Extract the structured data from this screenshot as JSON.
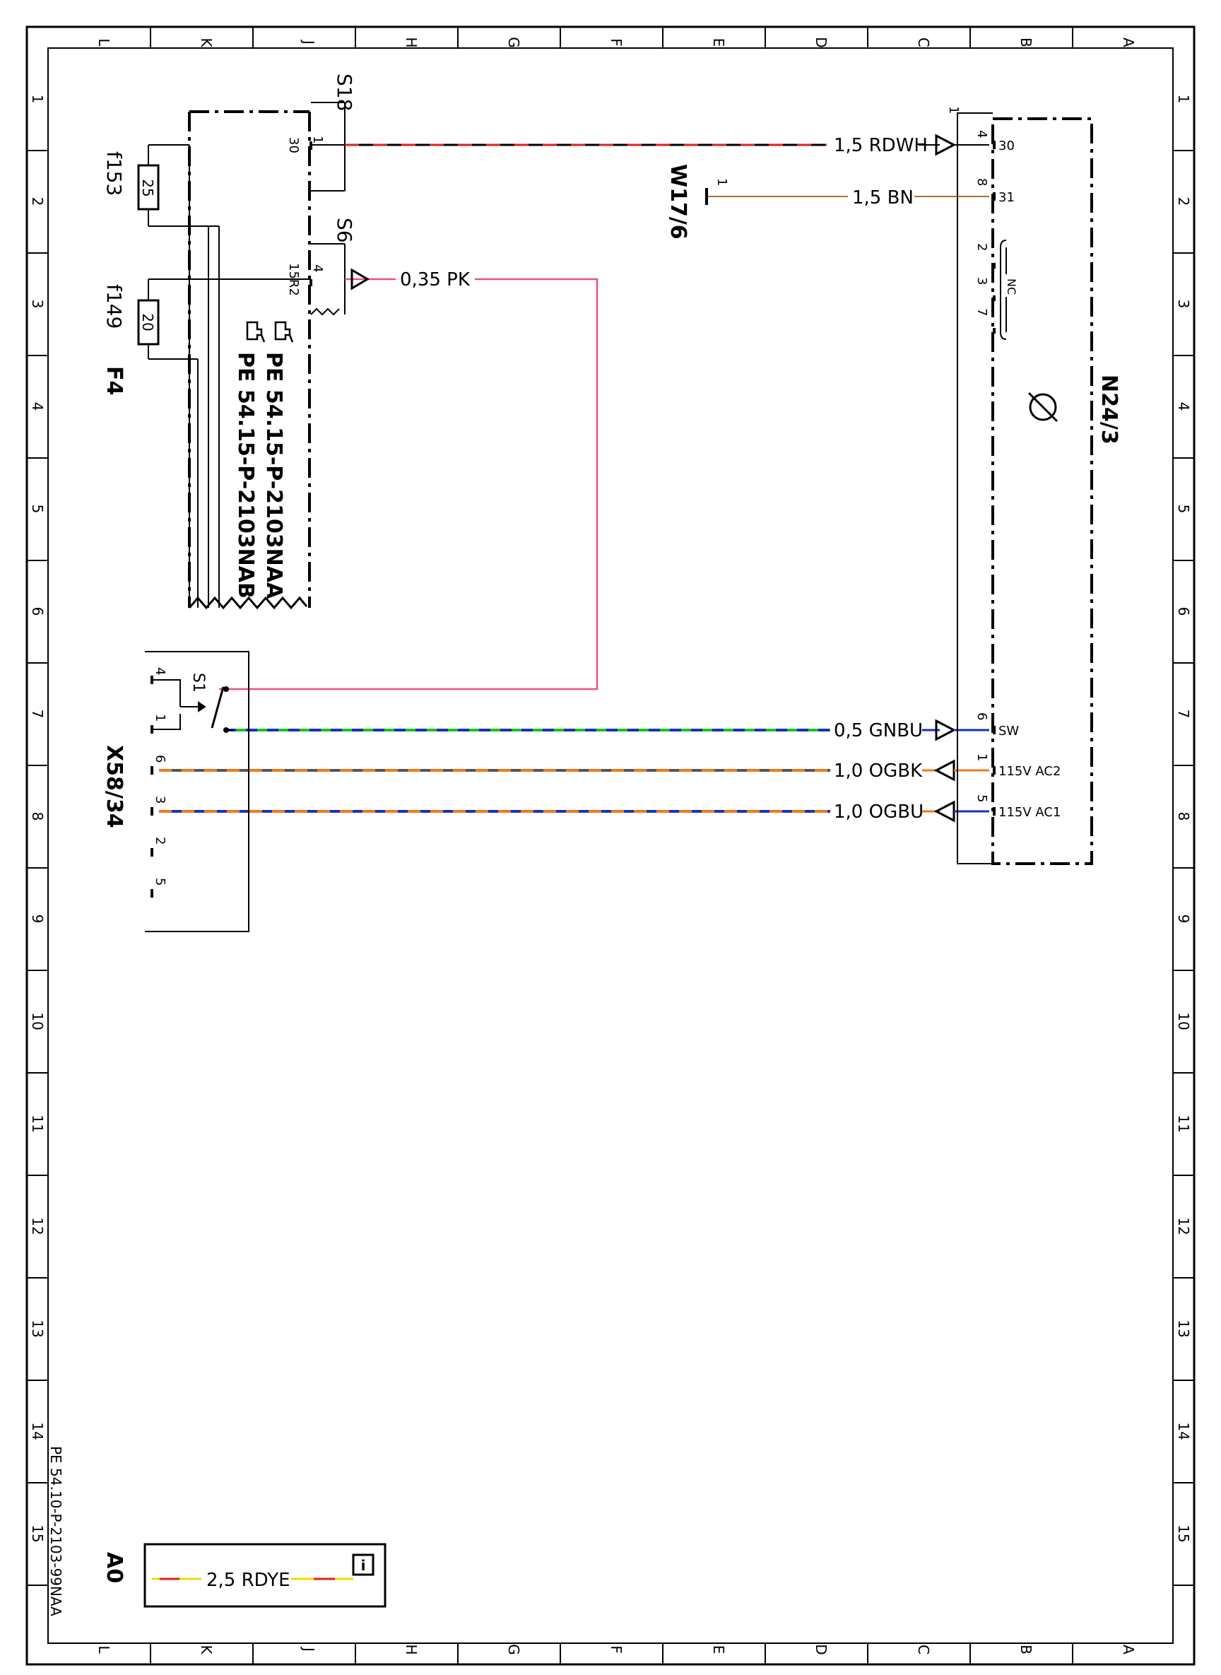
{
  "frame": {
    "columns": [
      "L",
      "K",
      "J",
      "H",
      "G",
      "F",
      "E",
      "D",
      "C",
      "B",
      "A"
    ],
    "rows": [
      "1",
      "2",
      "3",
      "4",
      "5",
      "6",
      "7",
      "8",
      "9",
      "10",
      "11",
      "12",
      "13",
      "14",
      "15"
    ],
    "doc_id": "PE 54.10-P-2103-99NAA"
  },
  "components": {
    "s18": "S18",
    "s6": "S6",
    "f153": "f153",
    "f149": "f149",
    "f4": "F4",
    "w17_6": "W17/6",
    "n24_3": "N24/3",
    "x58_34": "X58/34",
    "s1": "S1",
    "a0": "A0",
    "f153_rating": "25",
    "f149_rating": "20",
    "nc": "NC"
  },
  "references": [
    "PE 54.15-P-2103NAA",
    "PE 54.15-P-2103NAB"
  ],
  "pins": {
    "s18_a": "1",
    "s18_b": "30",
    "s6_a": "4",
    "s6_b": "15R2",
    "n24_top": "1",
    "n24_30_num": "4",
    "n24_30_name": "30",
    "n24_31_num": "8",
    "n24_31_name": "31",
    "n24_nc1": "2",
    "n24_nc2": "3",
    "n24_nc3": "7",
    "n24_sw_num": "6",
    "n24_sw_name": "SW",
    "n24_ac2_num": "1",
    "n24_ac2_name": "115V AC2",
    "n24_ac1_num": "5",
    "n24_ac1_name": "115V AC1",
    "w17_num": "1",
    "x58_4": "4",
    "x58_1": "1",
    "x58_6": "6",
    "x58_3": "3",
    "x58_2": "2",
    "x58_5": "5"
  },
  "wires": {
    "rdwh": "1,5 RDWH",
    "bn": "1,5 BN",
    "pk": "0,35 PK",
    "gnbu": "0,5 GNBU",
    "ogbk": "1,0 OGBK",
    "ogbu": "1,0 OGBU",
    "rdye": "2,5 RDYE"
  },
  "colors": {
    "red": "#e0201c",
    "pink": "#e8508a",
    "brown": "#b07030",
    "green": "#19c51e",
    "blue": "#1a32b8",
    "orange": "#ee7a1e",
    "yellow": "#eedd00"
  },
  "icons": [
    "hand-pointer-icon",
    "warning-lamp-icon",
    "info-icon",
    "arrow-triangle-icon"
  ]
}
